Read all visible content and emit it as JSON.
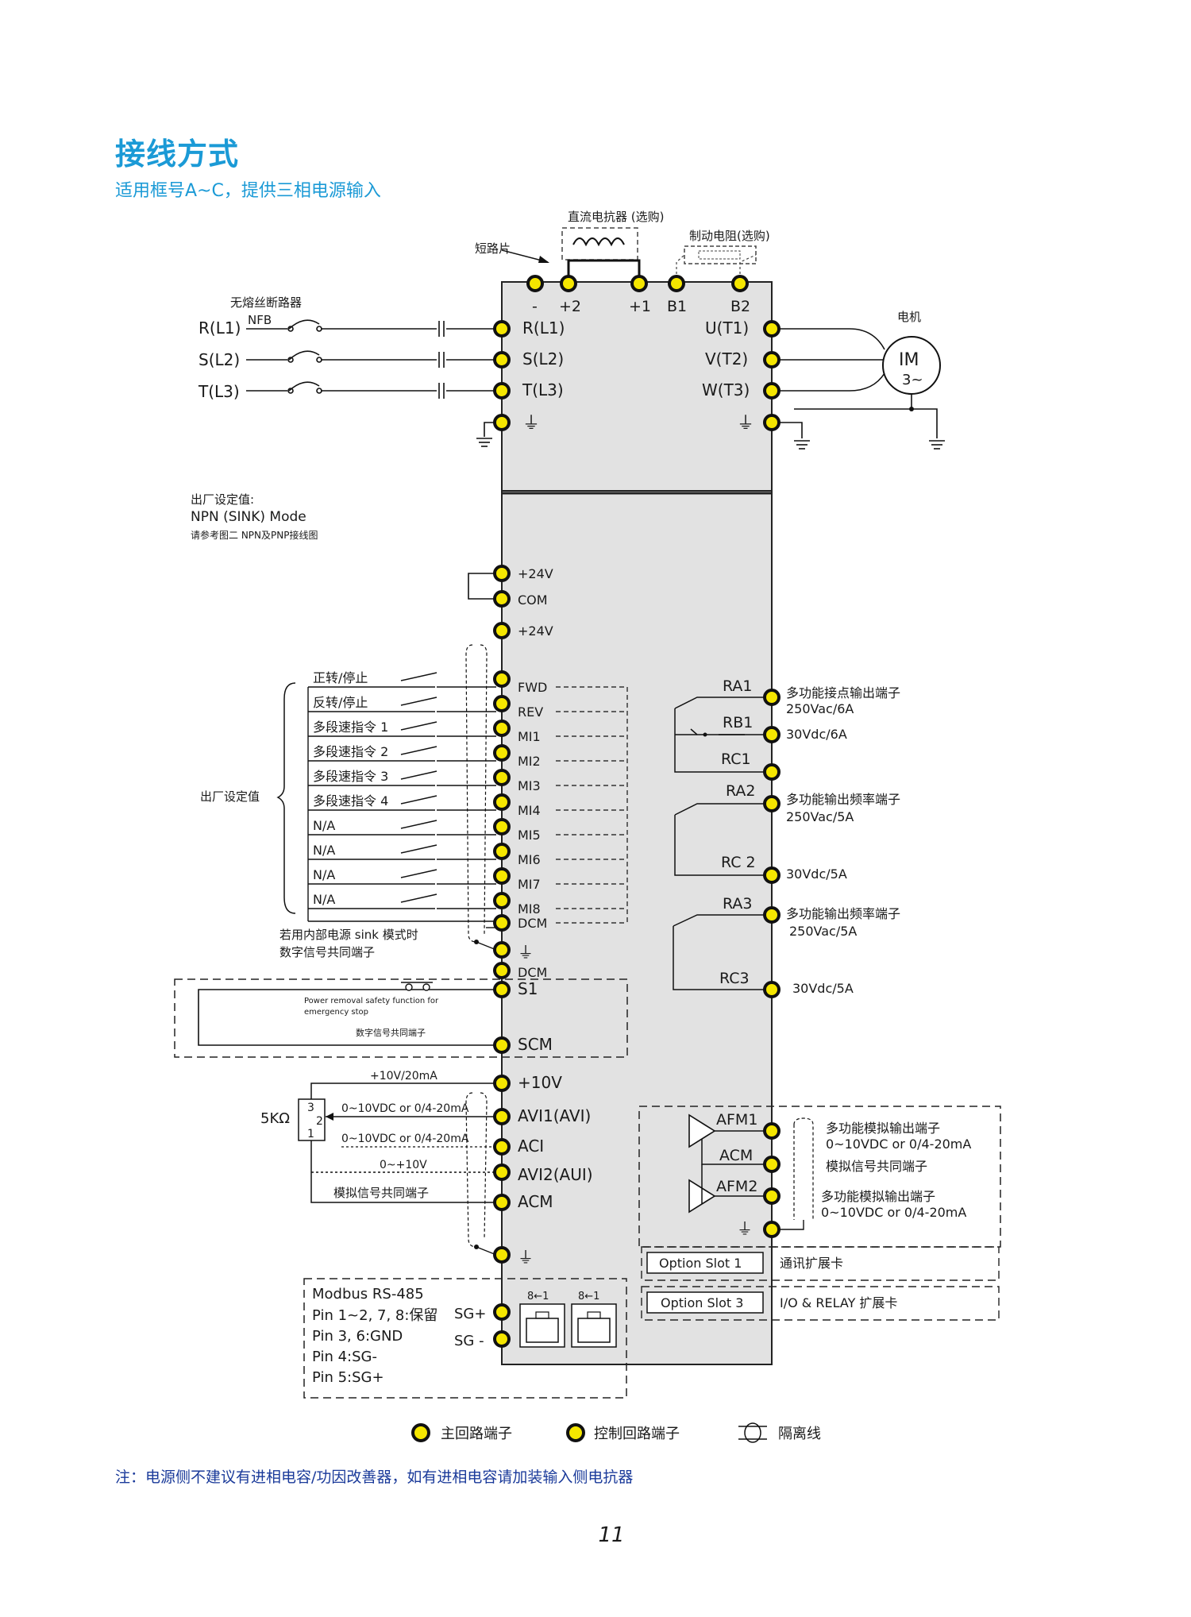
{
  "heading": {
    "title": "接线方式",
    "subtitle": "适用框号A~C，提供三相电源输入"
  },
  "top": {
    "reactor": "直流电抗器 (选购)",
    "jumper": "短路片",
    "brake": "制动电阻(选购)",
    "dc_terminals": [
      "-",
      "+2",
      "+1",
      "B1",
      "B2"
    ],
    "nfb_title": "无熔丝断路器",
    "nfb": "NFB",
    "motor_title": "电机",
    "motor_label": "IM",
    "motor_sub": "3~"
  },
  "power": {
    "inputs": [
      "R(L1)",
      "S(L2)",
      "T(L3)"
    ],
    "input_terms": [
      "R(L1)",
      "S(L2)",
      "T(L3)"
    ],
    "output_terms": [
      "U(T1)",
      "V(T2)",
      "W(T3)"
    ],
    "ground": "⏚"
  },
  "factory": {
    "line1": "出厂设定值:",
    "line2": "NPN (SINK) Mode",
    "line3": "请参考图二 NPN及PNP接线图",
    "group_label": "出厂设定值"
  },
  "digital": {
    "switches": [
      "正转/停止",
      "反转/停止",
      "多段速指令 1",
      "多段速指令 2",
      "多段速指令 3",
      "多段速指令 4",
      "N/A",
      "N/A",
      "N/A",
      "N/A"
    ],
    "supply_terms": [
      "+24V",
      "COM",
      "+24V"
    ],
    "terms": [
      "FWD",
      "REV",
      "MI1",
      "MI2",
      "MI3",
      "MI4",
      "MI5",
      "MI6",
      "MI7",
      "MI8",
      "DCM"
    ],
    "sink_note_1": "若用内部电源 sink 模式时",
    "sink_note_2": "数字信号共同端子",
    "dcm2": "DCM",
    "s1": "S1",
    "scm": "SCM",
    "sto_line1": "Power removal safety function for",
    "sto_line2": "emergency stop",
    "sto_common": "数字信号共同端子"
  },
  "analog": {
    "pot": "5KΩ",
    "pot_pins": [
      "3",
      "2",
      "1"
    ],
    "terms": [
      "+10V",
      "AVI1(AVI)",
      "ACI",
      "AVI2(AUI)",
      "ACM"
    ],
    "labels": [
      "+10V/20mA",
      "0~10VDC or 0/4-20mA",
      "0~10VDC or 0/4-20mA",
      "0~+10V",
      "模拟信号共同端子"
    ]
  },
  "modbus": {
    "lines": [
      "Modbus RS-485",
      "Pin 1~2, 7, 8:保留",
      "Pin 3, 6:GND",
      "Pin 4:SG-",
      "Pin 5:SG+"
    ],
    "terms": [
      "SG+",
      "SG -"
    ],
    "port_labels": [
      "8←1",
      "8←1"
    ]
  },
  "relays": {
    "r1": [
      "RA1",
      "RB1",
      "RC1"
    ],
    "r1_desc": [
      "多功能接点输出端子",
      "250Vac/6A",
      "30Vdc/6A"
    ],
    "r2": [
      "RA2",
      "RC 2"
    ],
    "r2_desc": [
      "多功能输出频率端子",
      "250Vac/5A",
      "30Vdc/5A"
    ],
    "r3": [
      "RA3",
      "RC3"
    ],
    "r3_desc": [
      "多功能输出频率端子",
      "250Vac/5A",
      "30Vdc/5A"
    ]
  },
  "afm": {
    "terms": [
      "AFM1",
      "ACM",
      "AFM2"
    ],
    "desc1": [
      "多功能模拟输出端子",
      "0~10VDC or 0/4-20mA"
    ],
    "desc_acm": "模拟信号共同端子",
    "desc2": [
      "多功能模拟输出端子",
      "0~10VDC or 0/4-20mA"
    ]
  },
  "slots": {
    "slot1": "Option Slot 1",
    "slot1_desc": "通讯扩展卡",
    "slot3": "Option Slot 3",
    "slot3_desc": "I/O & RELAY 扩展卡"
  },
  "legend": [
    "主回路端子",
    "控制回路端子",
    "隔离线"
  ],
  "note": "注：电源侧不建议有进相电容/功因改善器，如有进相电容请加装输入侧电抗器",
  "page_number": "11",
  "colors": {
    "heading": "#1b9ad6",
    "note": "#1a3a9a",
    "panel": "#e2e2e2",
    "terminal_fill": "#f5e600"
  }
}
